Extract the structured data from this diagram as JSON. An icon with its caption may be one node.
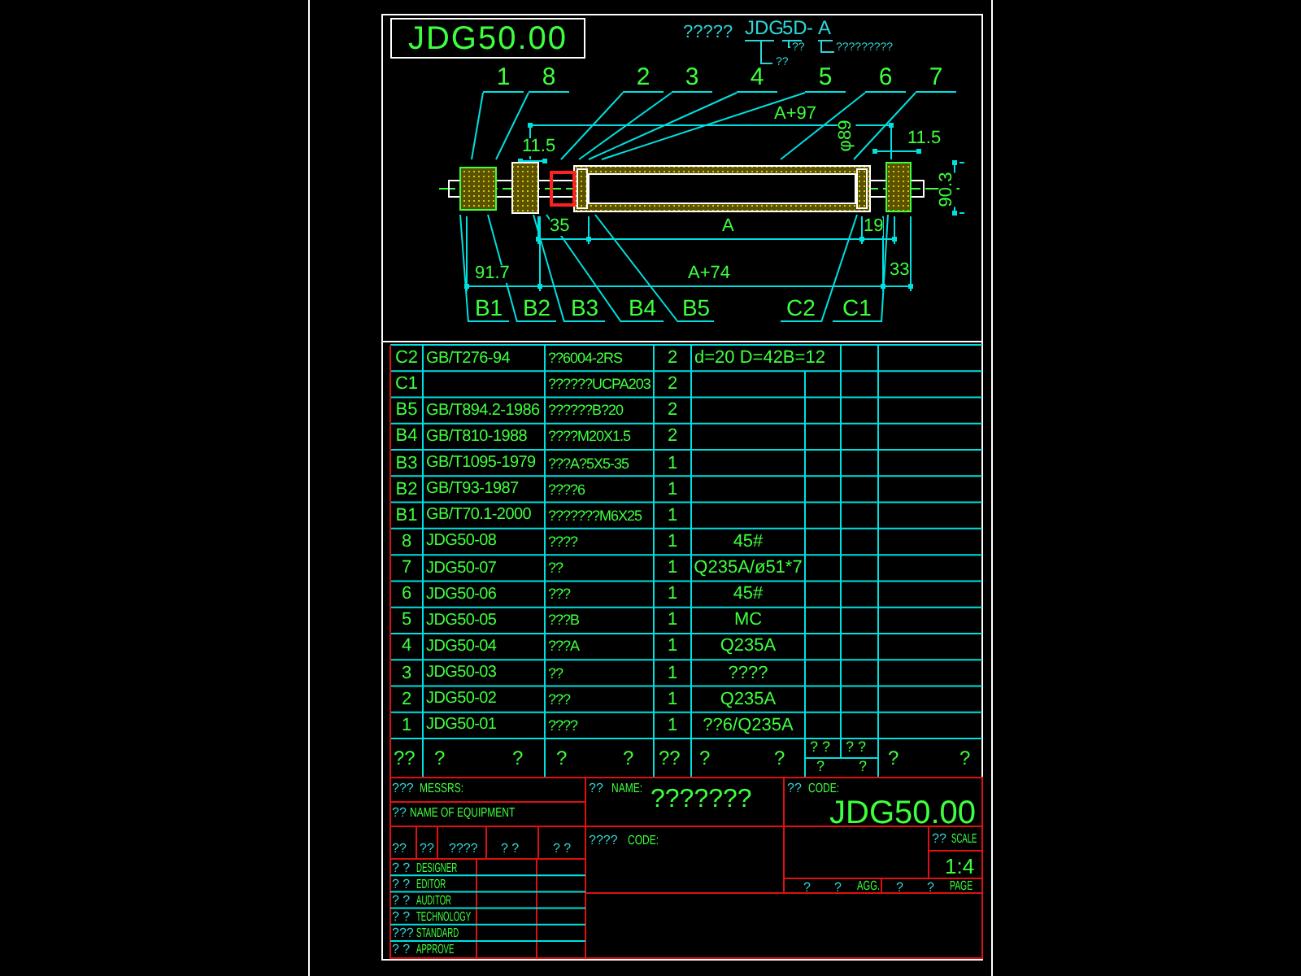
{
  "diagram": {
    "nodes": [
      {
        "text": [
          "JDG50.00"
        ]
      },
      {
        "text": [
          "1"
        ]
      },
      {
        "text": [
          "8"
        ]
      },
      {
        "text": [
          "2"
        ]
      },
      {
        "text": [
          "3"
        ]
      },
      {
        "text": [
          "4"
        ]
      },
      {
        "text": [
          "5"
        ]
      },
      {
        "text": [
          "6"
        ]
      },
      {
        "text": [
          "7"
        ]
      },
      {
        "text": [
          "B1"
        ]
      },
      {
        "text": [
          "B2"
        ]
      },
      {
        "text": [
          "B3"
        ]
      },
      {
        "text": [
          "B4"
        ]
      },
      {
        "text": [
          "B5"
        ]
      },
      {
        "text": [
          "C2"
        ]
      },
      {
        "text": [
          "C1"
        ]
      },
      {
        "text": [],
        "shape": "picture"
      }
    ],
    "edges": [
      {
        "from": 1,
        "to": 16,
        "arrow": "none"
      },
      {
        "from": 2,
        "to": 16,
        "arrow": "none"
      },
      {
        "from": 3,
        "to": 16,
        "arrow": "none"
      },
      {
        "from": 4,
        "to": 16,
        "arrow": "none"
      },
      {
        "from": 5,
        "to": 16,
        "arrow": "none"
      },
      {
        "from": 6,
        "to": 16,
        "arrow": "none"
      },
      {
        "from": 7,
        "to": 16,
        "arrow": "none"
      },
      {
        "from": 8,
        "to": 16,
        "arrow": "none"
      },
      {
        "from": 9,
        "to": 16,
        "arrow": "none"
      },
      {
        "from": 10,
        "to": 16,
        "arrow": "none"
      },
      {
        "from": 11,
        "to": 16,
        "arrow": "none"
      },
      {
        "from": 12,
        "to": 16,
        "arrow": "none"
      },
      {
        "from": 13,
        "to": 16,
        "arrow": "none"
      },
      {
        "from": 14,
        "to": 16,
        "arrow": "none"
      },
      {
        "from": 15,
        "to": 16,
        "arrow": "none"
      }
    ],
    "labels": [
      "?????",
      "JDG",
      "5D",
      "-",
      "A",
      "??",
      "?????????",
      "??",
      "A+97",
      "φ89",
      "11.5",
      "11.5",
      "35",
      "A",
      "19",
      "90.3",
      "91.7",
      "A+74",
      "33",
      "C2",
      "GB/T276-94",
      "??6004-2RS",
      "2",
      "d=20 D=42B=12",
      "C1",
      "??????UCPA203",
      "2",
      "B5",
      "GB/T894.2-1986",
      "??????B?20",
      "2",
      "B4",
      "GB/T810-1988",
      "????M20X1.5",
      "2",
      "B3",
      "GB/T1095-1979",
      "???A?5X5-35",
      "1",
      "B2",
      "GB/T93-1987",
      "????6",
      "1",
      "B1",
      "GB/T70.1-2000",
      "???????M6X25",
      "1",
      "8",
      "JDG50-08",
      "????",
      "1",
      "45#",
      "7",
      "JDG50-07",
      "??",
      "1",
      "Q235A/ø51*7",
      "6",
      "JDG50-06",
      "???",
      "1",
      "45#",
      "5",
      "JDG50-05",
      "???B",
      "1",
      "MC",
      "4",
      "JDG50-04",
      "???A",
      "1",
      "Q235A",
      "3",
      "JDG50-03",
      "??",
      "1",
      "????",
      "2",
      "JDG50-02",
      "???",
      "1",
      "Q235A",
      "1",
      "JDG50-01",
      "????",
      "1",
      "??6/Q235A",
      "??",
      "?",
      "?",
      "?",
      "?",
      "??",
      "?",
      "?",
      "? ?",
      "? ?",
      "?",
      "?",
      "?",
      "?",
      "???",
      "MESSRS:",
      "??",
      "NAME OF EQUIPMENT",
      "??",
      "??",
      "????",
      "? ?",
      "? ?",
      "? ?",
      "DESIGNER",
      "? ?",
      "EDITOR",
      "? ?",
      "AUDITOR",
      "? ?",
      "TECHNOLOGY",
      "???",
      "STANDARD",
      "? ?",
      "APPROVE",
      "??",
      "NAME:",
      "???????",
      "????",
      "CODE:",
      "??",
      "CODE:",
      "JDG50.00",
      "??",
      "SCALE",
      "1:4",
      "?",
      "?",
      "AGG.",
      "?",
      "?",
      "PAGE"
    ]
  }
}
